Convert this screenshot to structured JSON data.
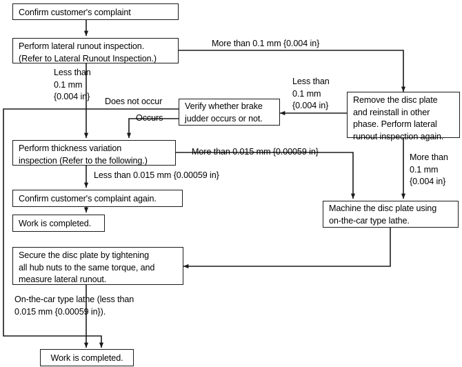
{
  "diagram": {
    "title": "Brake disc lateral runout / thickness variation troubleshooting flowchart",
    "colors": {
      "stroke": "#1a1a1a",
      "background": "#ffffff",
      "text": "#000000"
    },
    "nodes": [
      {
        "id": "confirm-complaint",
        "text": "Confirm customer's complaint"
      },
      {
        "id": "lateral-runout-inspection",
        "text": "Perform lateral runout inspection.\n(Refer to Lateral Runout Inspection.)"
      },
      {
        "id": "verify-brake-judder",
        "text": "Verify whether brake\njudder occurs or not."
      },
      {
        "id": "remove-disc-plate",
        "text": "Remove the disc plate\nand reinstall in other\nphase. Perform lateral\nrunout inspection again."
      },
      {
        "id": "thickness-variation-inspection",
        "text": "Perform thickness variation\ninspection (Refer to the following.)"
      },
      {
        "id": "confirm-complaint-again",
        "text": "Confirm customer's complaint again."
      },
      {
        "id": "work-completed-upper",
        "text": "Work is completed."
      },
      {
        "id": "machine-disc-plate",
        "text": "Machine the disc plate using\non-the-car type lathe."
      },
      {
        "id": "secure-disc-plate",
        "text": "Secure the disc plate by tightening\nall hub nuts to the same torque, and\nmeasure lateral runout."
      },
      {
        "id": "work-completed-lower",
        "text": "Work is completed."
      }
    ],
    "edge_labels": [
      {
        "id": "more-than-01mm-top",
        "text": "More than 0.1 mm {0.004 in}"
      },
      {
        "id": "less-than-01mm-left",
        "text": "Less than\n0.1 mm\n{0.004 in}"
      },
      {
        "id": "does-not-occur",
        "text": "Does not occur"
      },
      {
        "id": "occurs",
        "text": "Occurs"
      },
      {
        "id": "less-than-01mm-right",
        "text": "Less than\n0.1 mm\n{0.004 in}"
      },
      {
        "id": "more-than-0015mm",
        "text": "More than 0.015 mm {0.00059 in}"
      },
      {
        "id": "more-than-01mm-right",
        "text": "More than\n0.1 mm\n{0.004 in}"
      },
      {
        "id": "less-than-0015mm",
        "text": "Less than 0.015 mm {0.00059 in}"
      },
      {
        "id": "on-the-car-lathe-result",
        "text": "On-the-car type lathe (less than\n0.015 mm {0.00059 in})."
      }
    ]
  }
}
